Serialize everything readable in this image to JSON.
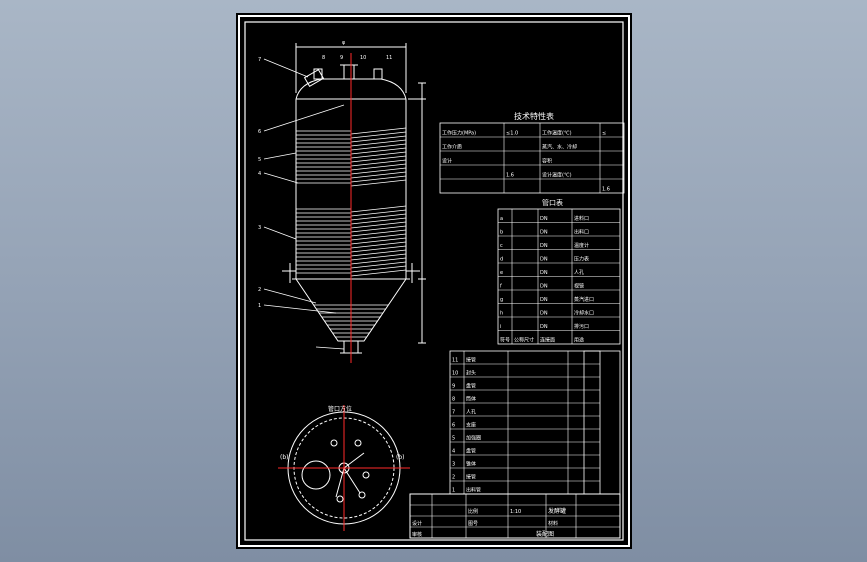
{
  "drawing": {
    "tables": {
      "tech": {
        "title": "技术特性表",
        "rows": [
          [
            "工作压力(MPa)",
            "≤1.0",
            "工作温度(℃)",
            "≤"
          ],
          [
            "工作介质",
            "",
            "蒸汽、水、冷却",
            ""
          ],
          [
            "设计",
            "",
            "容积",
            ""
          ],
          [
            "",
            "1.6",
            "设计温度(℃)",
            ""
          ],
          [
            "",
            "",
            "",
            "1.6"
          ]
        ]
      },
      "nozzle": {
        "title": "管口表",
        "rows": [
          [
            "a",
            "",
            "DN",
            "进料口"
          ],
          [
            "b",
            "",
            "DN",
            "出料口"
          ],
          [
            "c",
            "",
            "DN",
            "温度计"
          ],
          [
            "d",
            "",
            "DN",
            "压力表"
          ],
          [
            "e",
            "",
            "DN",
            "人孔"
          ],
          [
            "f",
            "",
            "DN",
            "视镜"
          ],
          [
            "g",
            "",
            "DN",
            "蒸汽进口"
          ],
          [
            "h",
            "",
            "DN",
            "冷却水口"
          ],
          [
            "i",
            "",
            "DN",
            "排污口"
          ],
          [
            "符号",
            "公称尺寸",
            "连接面",
            "用途"
          ]
        ]
      },
      "parts": {
        "rows": [
          [
            "11",
            "接管",
            "",
            ""
          ],
          [
            "10",
            "封头",
            "",
            ""
          ],
          [
            "9",
            "盘管",
            "",
            ""
          ],
          [
            "8",
            "筒体",
            "",
            ""
          ],
          [
            "7",
            "人孔",
            "",
            ""
          ],
          [
            "6",
            "支座",
            "",
            ""
          ],
          [
            "5",
            "加强圈",
            "",
            ""
          ],
          [
            "4",
            "盘管",
            "",
            ""
          ],
          [
            "3",
            "锥体",
            "",
            ""
          ],
          [
            "2",
            "接管",
            "",
            ""
          ],
          [
            "1",
            "出料管",
            "",
            ""
          ]
        ],
        "side_notes": [
          "",
          "",
          "",
          ""
        ]
      },
      "title_block": {
        "project": "",
        "drawing_name": "发酵罐",
        "labels": [
          "设计",
          "审核",
          "比例",
          "1:10",
          "图号",
          "材料"
        ],
        "bottom": "装配图"
      }
    },
    "annotations": {
      "top_dim": "φ",
      "left_labels": [
        "7",
        "6",
        "5",
        "4",
        "3",
        "2",
        "1"
      ],
      "top_labels": [
        "8",
        "9",
        "10",
        "11"
      ],
      "plan_title": "管口方位",
      "plan_left": "(b)",
      "plan_right": "(b)"
    }
  }
}
